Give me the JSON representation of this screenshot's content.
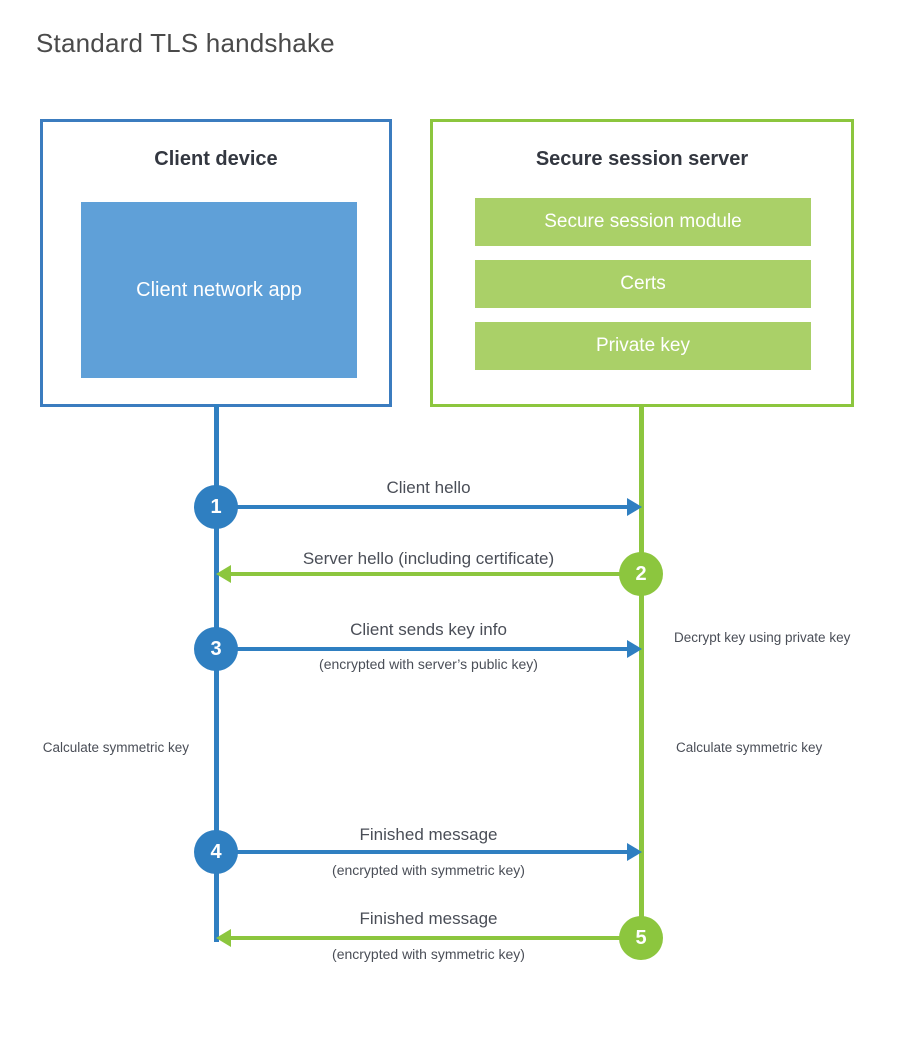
{
  "title": "Standard TLS handshake",
  "colors": {
    "client_border": "#3b7cbf",
    "client_accent": "#5fa0d8",
    "client_line": "#2f7fc1",
    "server_border": "#8cc63e",
    "server_accent": "#aad068",
    "server_line": "#8cc63e",
    "text": "#4a4e57",
    "background": "#ffffff"
  },
  "client": {
    "title": "Client device",
    "app_label": "Client network app"
  },
  "server": {
    "title": "Secure session server",
    "items": [
      {
        "label": "Secure session module"
      },
      {
        "label": "Certs"
      },
      {
        "label": "Private key"
      }
    ]
  },
  "steps": [
    {
      "number": "1",
      "side": "client",
      "direction": "to-server",
      "label": "Client hello",
      "sublabel": ""
    },
    {
      "number": "2",
      "side": "server",
      "direction": "to-client",
      "label": "Server hello (including certificate)",
      "sublabel": ""
    },
    {
      "number": "3",
      "side": "client",
      "direction": "to-server",
      "label": "Client sends key info",
      "sublabel": "(encrypted with server’s public key)"
    },
    {
      "number": "4",
      "side": "client",
      "direction": "to-server",
      "label": "Finished message",
      "sublabel": "(encrypted with symmetric key)"
    },
    {
      "number": "5",
      "side": "server",
      "direction": "to-client",
      "label": "Finished message",
      "sublabel": "(encrypted with symmetric key)"
    }
  ],
  "notes": {
    "decrypt_key": "Decrypt key using private key",
    "client_calculate": "Calculate symmetric key",
    "server_calculate": "Calculate symmetric key"
  }
}
